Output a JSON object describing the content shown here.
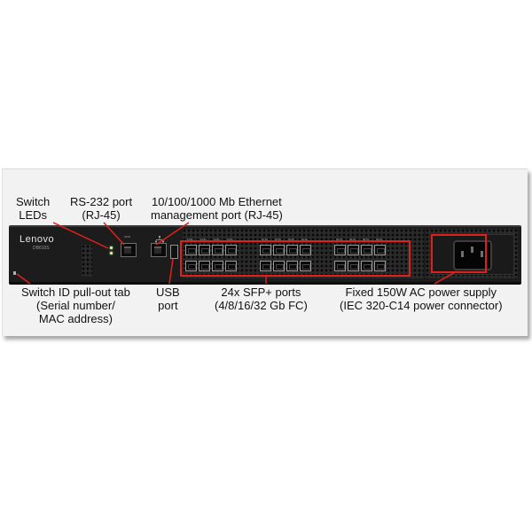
{
  "callouts": {
    "switch_leds": "Switch\nLEDs",
    "rs232": "RS-232 port\n(RJ-45)",
    "ethernet": "10/100/1000 Mb Ethernet\nmanagement port (RJ-45)",
    "switch_id": "Switch ID pull-out tab\n(Serial number/\nMAC address)",
    "usb": "USB\nport",
    "sfp": "24x SFP+ ports\n(4/8/16/32 Gb FC)",
    "psu": "Fixed 150W AC power supply\n(IEC 320-C14 power connector)"
  },
  "device": {
    "brand": "Lenovo",
    "model": "DB610S",
    "ioioi_label": "IOIOI",
    "port_label": "SFP+"
  },
  "colors": {
    "callout_red": "#e0201a",
    "chassis": "#1c1c1c",
    "frame": "#f2f2f2"
  },
  "icons": {
    "ethernet": "network-icon",
    "psu": "iec-c14-power-connector-icon"
  }
}
